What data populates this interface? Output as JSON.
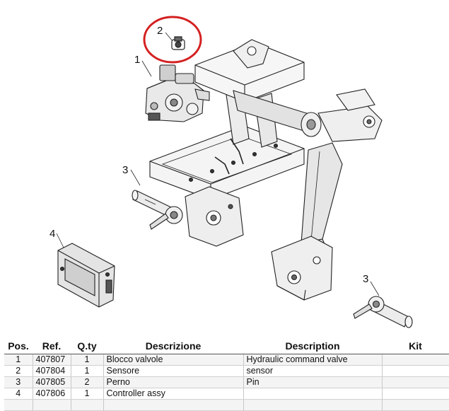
{
  "callouts": [
    "2",
    "1",
    "3",
    "4",
    "3"
  ],
  "table": {
    "headers": [
      "Pos.",
      "Ref.",
      "Q.ty",
      "Descrizione",
      "Description",
      "Kit"
    ],
    "rows": [
      [
        "1",
        "407807",
        "1",
        "Blocco valvole",
        "Hydraulic command valve",
        ""
      ],
      [
        "2",
        "407804",
        "1",
        "Sensore",
        "sensor",
        ""
      ],
      [
        "3",
        "407805",
        "2",
        "Perno",
        "Pin",
        ""
      ],
      [
        "4",
        "407806",
        "1",
        "Controller assy",
        "",
        ""
      ],
      [
        "",
        "",
        "",
        "",
        "",
        ""
      ]
    ]
  },
  "colors": {
    "highlight_circle": "#d42020",
    "line_art": "#222222"
  }
}
